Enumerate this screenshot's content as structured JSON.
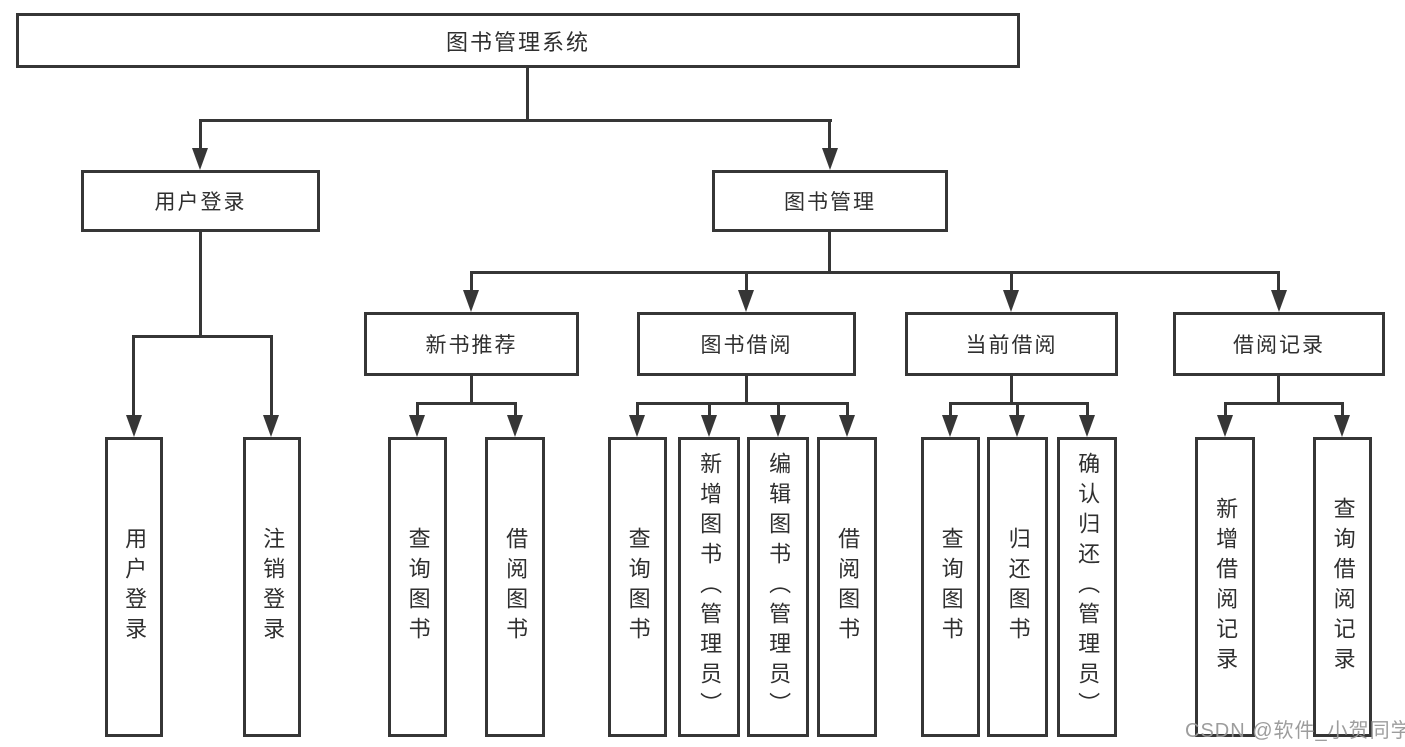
{
  "diagram": {
    "root": {
      "label": "图书管理系统"
    },
    "branches": [
      {
        "label": "用户登录",
        "children": [
          {
            "label": "用户登录"
          },
          {
            "label": "注销登录"
          }
        ]
      },
      {
        "label": "图书管理",
        "sections": [
          {
            "label": "新书推荐",
            "children": [
              {
                "label": "查询图书"
              },
              {
                "label": "借阅图书"
              }
            ]
          },
          {
            "label": "图书借阅",
            "children": [
              {
                "label": "查询图书"
              },
              {
                "label": "新增图书（管理员）"
              },
              {
                "label": "编辑图书（管理员）"
              },
              {
                "label": "借阅图书"
              }
            ]
          },
          {
            "label": "当前借阅",
            "children": [
              {
                "label": "查询图书"
              },
              {
                "label": "归还图书"
              },
              {
                "label": "确认归还（管理员）"
              }
            ]
          },
          {
            "label": "借阅记录",
            "children": [
              {
                "label": "新增借阅记录"
              },
              {
                "label": "查询借阅记录"
              }
            ]
          }
        ]
      }
    ],
    "watermark": "CSDN @软件_小贺同学",
    "colors": {
      "line": "#363636",
      "text": "#2f2f2f",
      "background": "#ffffff",
      "watermark": "#989898"
    }
  }
}
